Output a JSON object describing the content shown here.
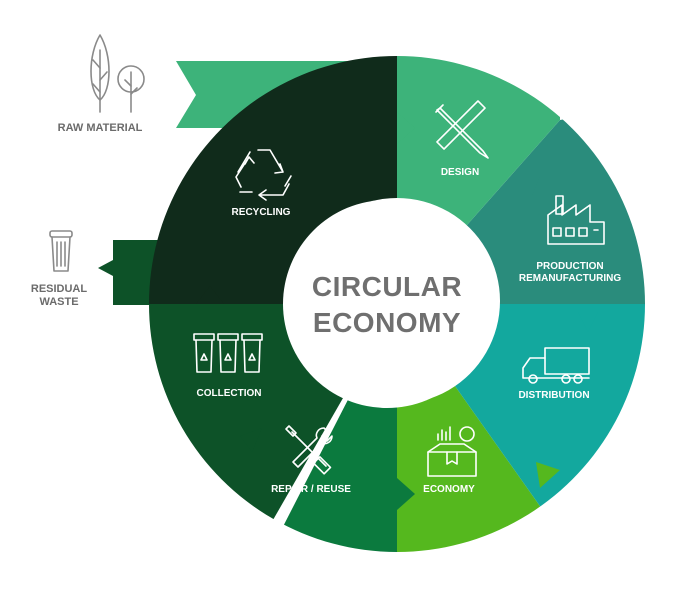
{
  "center": {
    "line1": "CIRCULAR",
    "line2": "ECONOMY"
  },
  "side_labels": {
    "raw_material": "RAW MATERIAL",
    "residual_line1": "RESIDUAL",
    "residual_line2": "WASTE"
  },
  "segments": [
    {
      "key": "design",
      "label": "DESIGN",
      "color": "#3db37a",
      "icon": "ruler-pencil-icon"
    },
    {
      "key": "production",
      "lines": [
        "PRODUCTION",
        "REMANUFACTURING"
      ],
      "color": "#2a8c7c",
      "icon": "factory-icon"
    },
    {
      "key": "distribution",
      "label": "DISTRIBUTION",
      "color": "#13a89e",
      "icon": "truck-icon"
    },
    {
      "key": "economy",
      "label": "ECONOMY",
      "color": "#55b81e",
      "icon": "box-chart-icon"
    },
    {
      "key": "repair",
      "label": "REPAIR / REUSE",
      "color": "#0b7a3e",
      "icon": "wrench-screwdriver-icon"
    },
    {
      "key": "collection",
      "label": "COLLECTION",
      "color": "#0d5228",
      "icon": "bins-icon"
    },
    {
      "key": "recycling",
      "label": "RECYCLING",
      "color": "#102b1b",
      "icon": "recycle-icon"
    }
  ]
}
